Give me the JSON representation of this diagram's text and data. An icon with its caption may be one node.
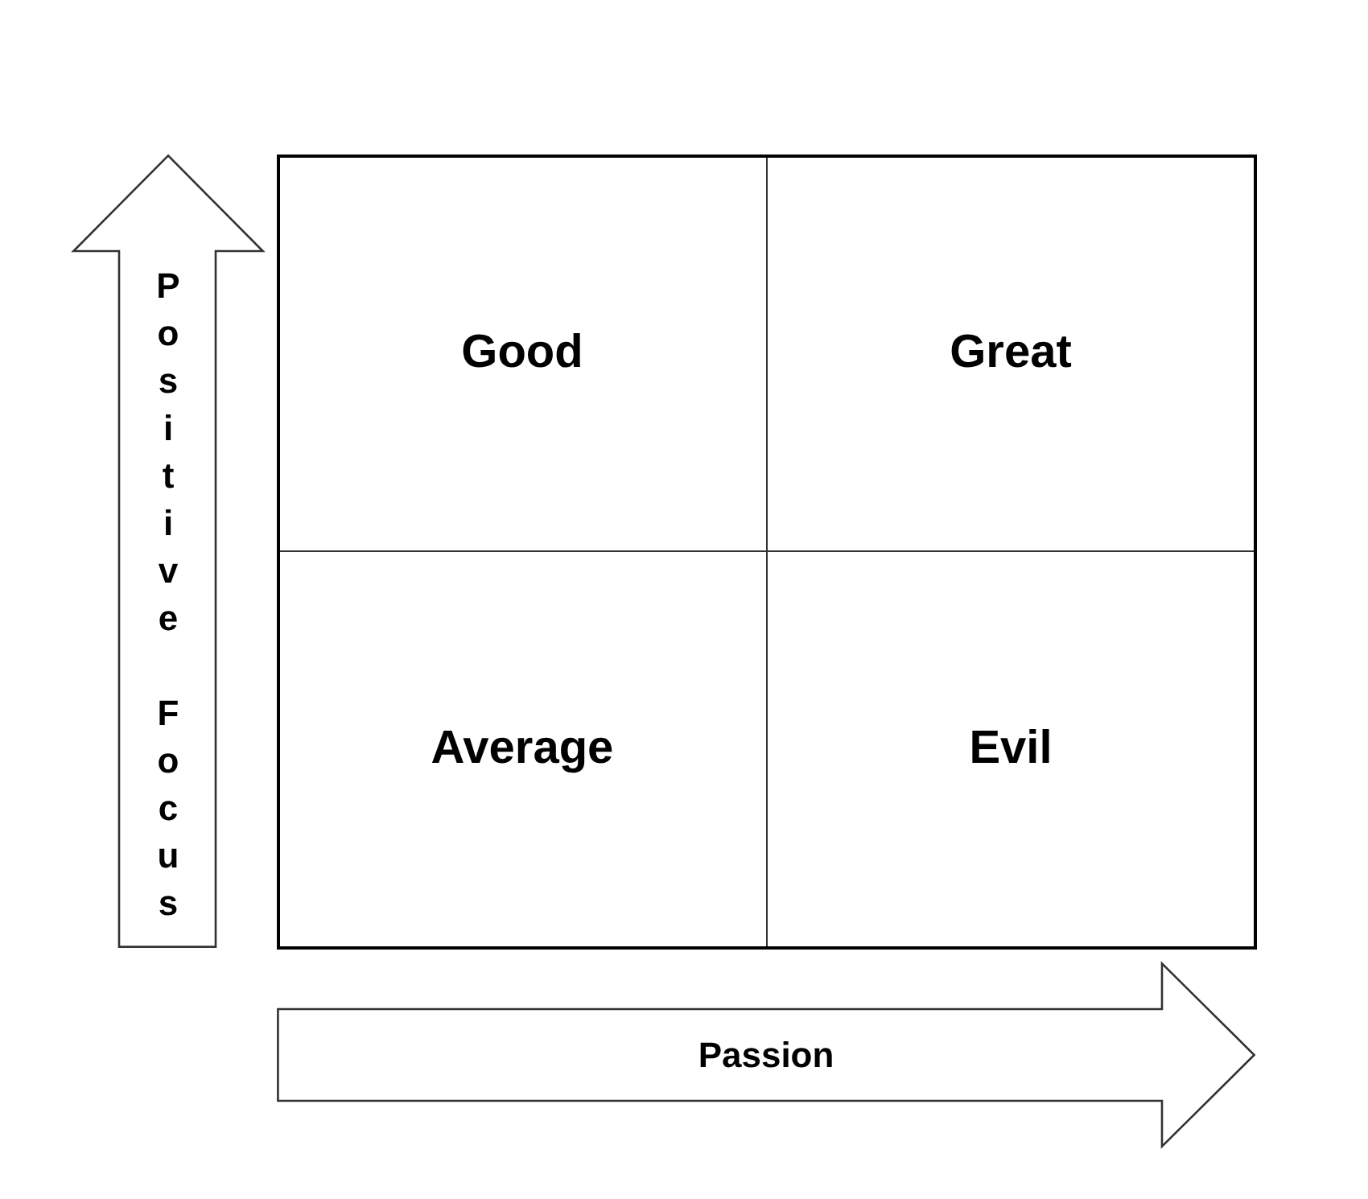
{
  "diagram": {
    "nodes": [
      {
        "text": [
          "Positive Focus"
        ]
      },
      {
        "text": [
          "Good"
        ]
      },
      {
        "text": [
          "Great"
        ]
      },
      {
        "text": [
          "Average"
        ]
      },
      {
        "text": [
          "Evil"
        ]
      },
      {
        "text": [
          "Passion"
        ]
      }
    ]
  }
}
